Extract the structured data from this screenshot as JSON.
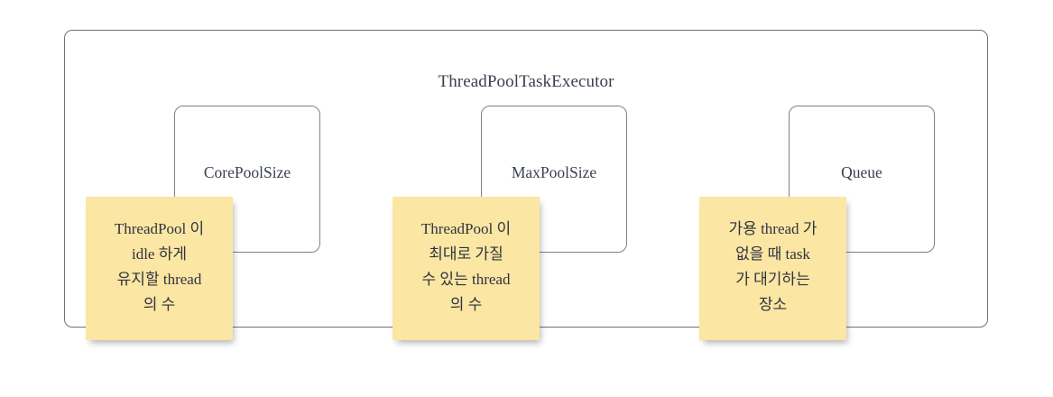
{
  "diagram": {
    "container": {
      "title": "ThreadPoolTaskExecutor",
      "border_color": "#6b7280"
    },
    "components": [
      {
        "label": "CorePoolSize"
      },
      {
        "label": "MaxPoolSize"
      },
      {
        "label": "Queue"
      }
    ],
    "notes": [
      {
        "background_color": "#fbe6a3",
        "lines": [
          "ThreadPool 이",
          "idle 하게",
          "유지할 thread",
          "의 수"
        ]
      },
      {
        "background_color": "#fbe6a3",
        "lines": [
          "ThreadPool 이",
          "최대로 가질",
          "수 있는 thread",
          "의 수"
        ]
      },
      {
        "background_color": "#fbe6a3",
        "lines": [
          "가용 thread 가",
          "없을 때 task",
          "가 대기하는",
          "장소"
        ]
      }
    ]
  }
}
